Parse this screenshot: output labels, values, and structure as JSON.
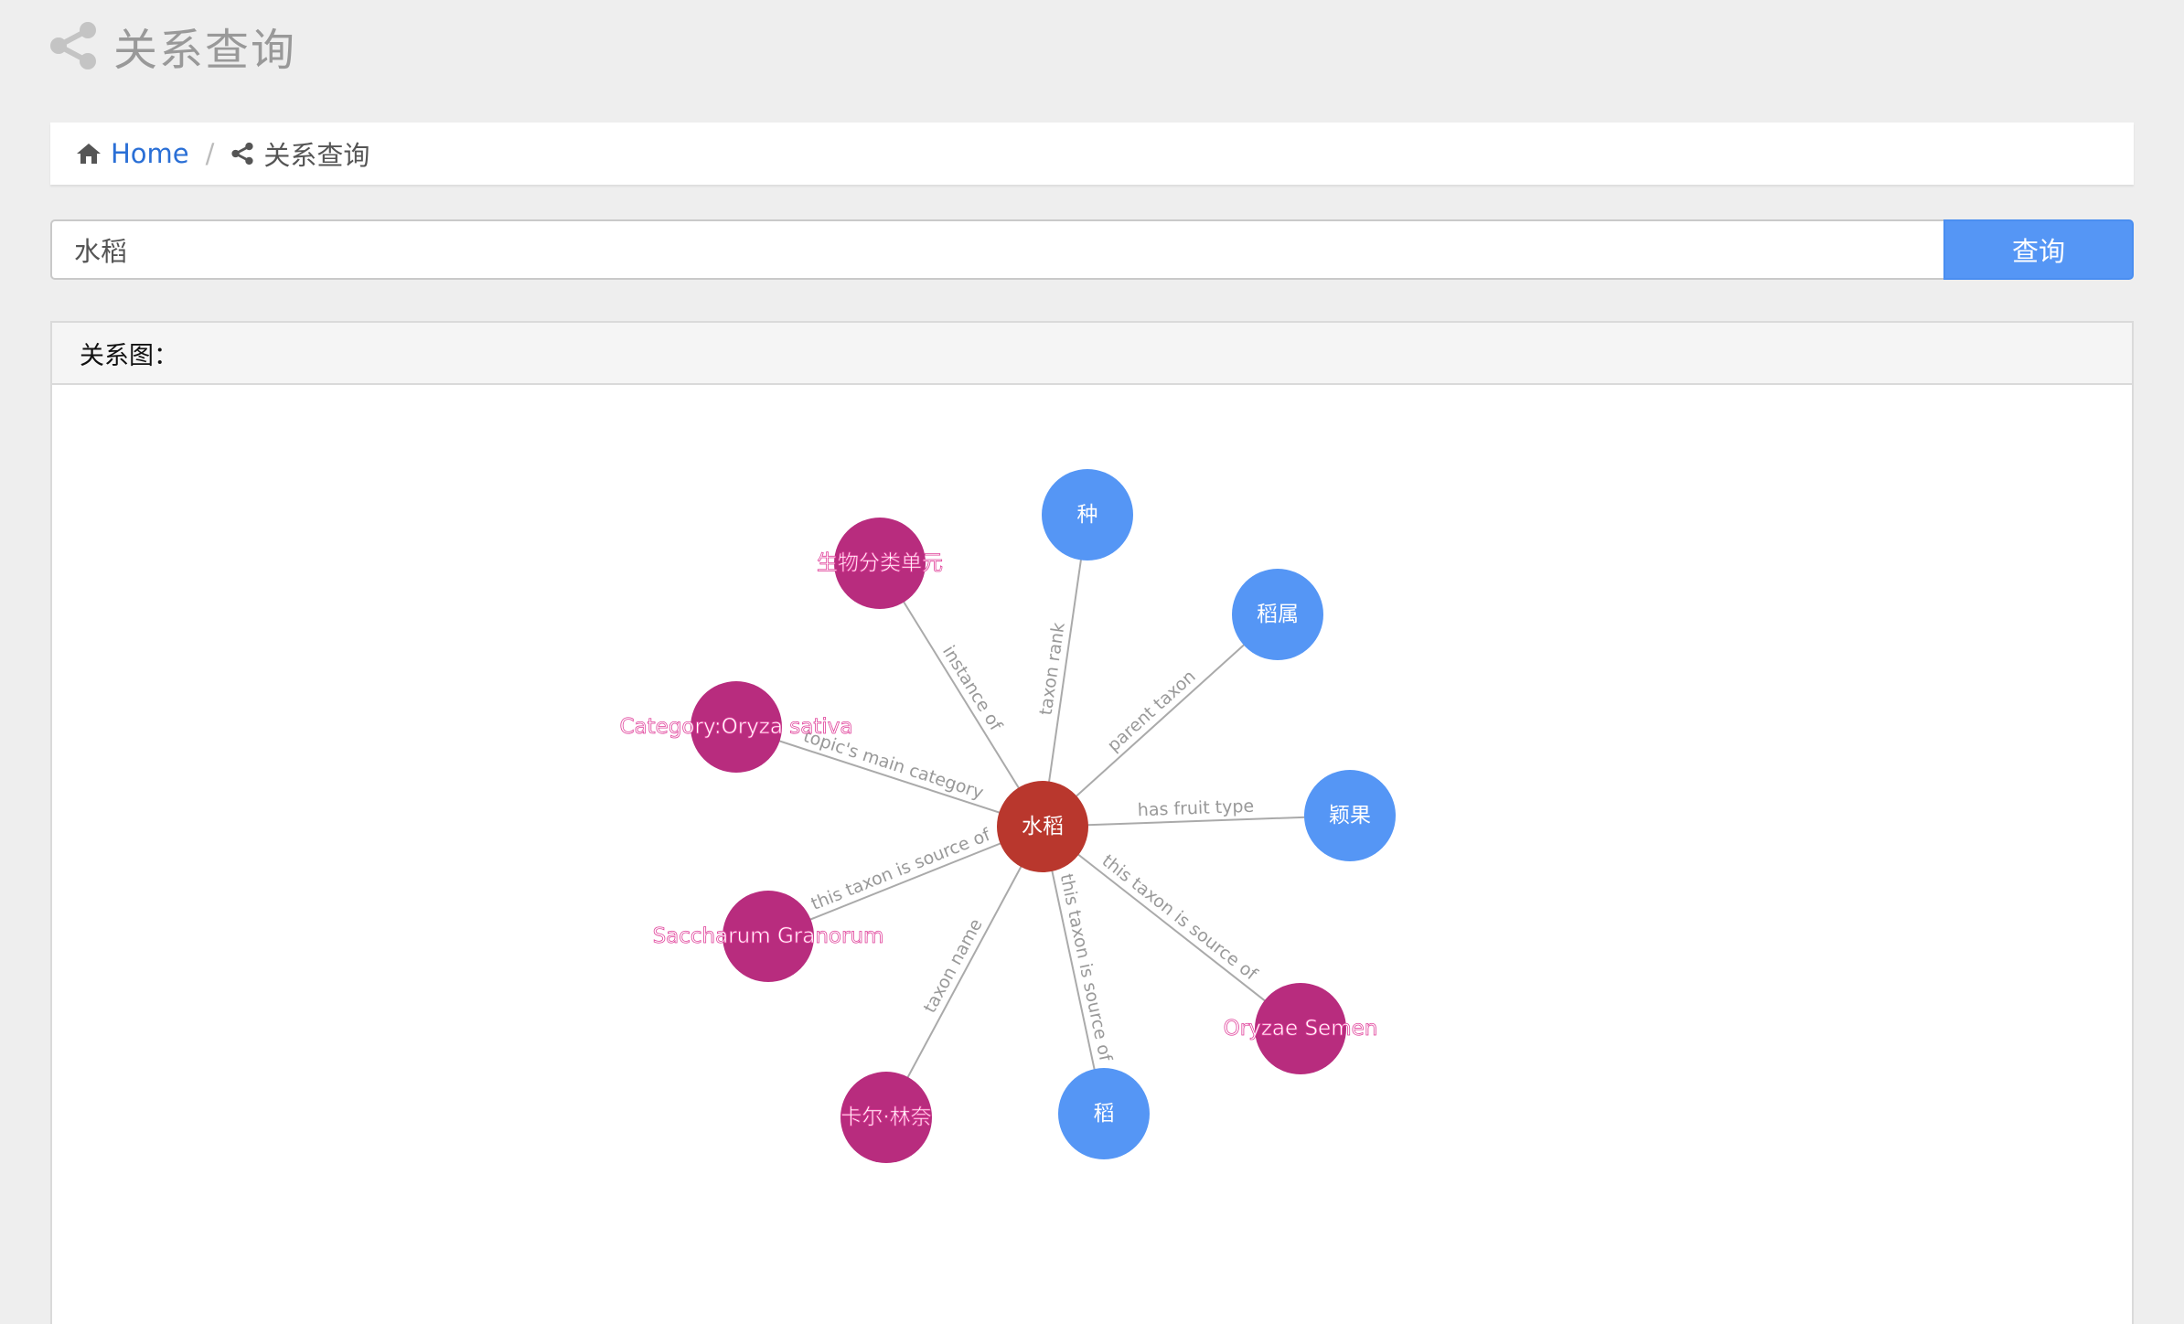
{
  "header": {
    "title": "关系查询",
    "icon": "share-icon"
  },
  "breadcrumb": {
    "home_label": "Home",
    "current_label": "关系查询"
  },
  "search": {
    "value": "水稻",
    "button_label": "查询"
  },
  "panel": {
    "heading": "关系图："
  },
  "colors": {
    "center": "#b9372d",
    "entity_blue": "#5596f5",
    "entity_magenta": "#b82c7e",
    "edge": "#aaaaaa"
  },
  "graph": {
    "center": {
      "label": "水稻"
    },
    "nodes": [
      {
        "label": "种",
        "relation": "taxon rank",
        "group": "blue"
      },
      {
        "label": "稻属",
        "relation": "parent taxon",
        "group": "blue"
      },
      {
        "label": "颖果",
        "relation": "has fruit type",
        "group": "blue"
      },
      {
        "label": "Oryzae Semen",
        "relation": "this taxon is source of",
        "group": "magenta"
      },
      {
        "label": "稻",
        "relation": "this taxon is source of",
        "group": "blue"
      },
      {
        "label": "卡尔·林奈",
        "relation": "taxon name",
        "group": "magenta"
      },
      {
        "label": "Saccharum Granorum",
        "relation": "this taxon is source of",
        "group": "magenta"
      },
      {
        "label": "Category:Oryza sativa",
        "relation": "topic's main category",
        "group": "magenta"
      },
      {
        "label": "生物分类单元",
        "relation": "instance of",
        "group": "magenta"
      }
    ]
  }
}
